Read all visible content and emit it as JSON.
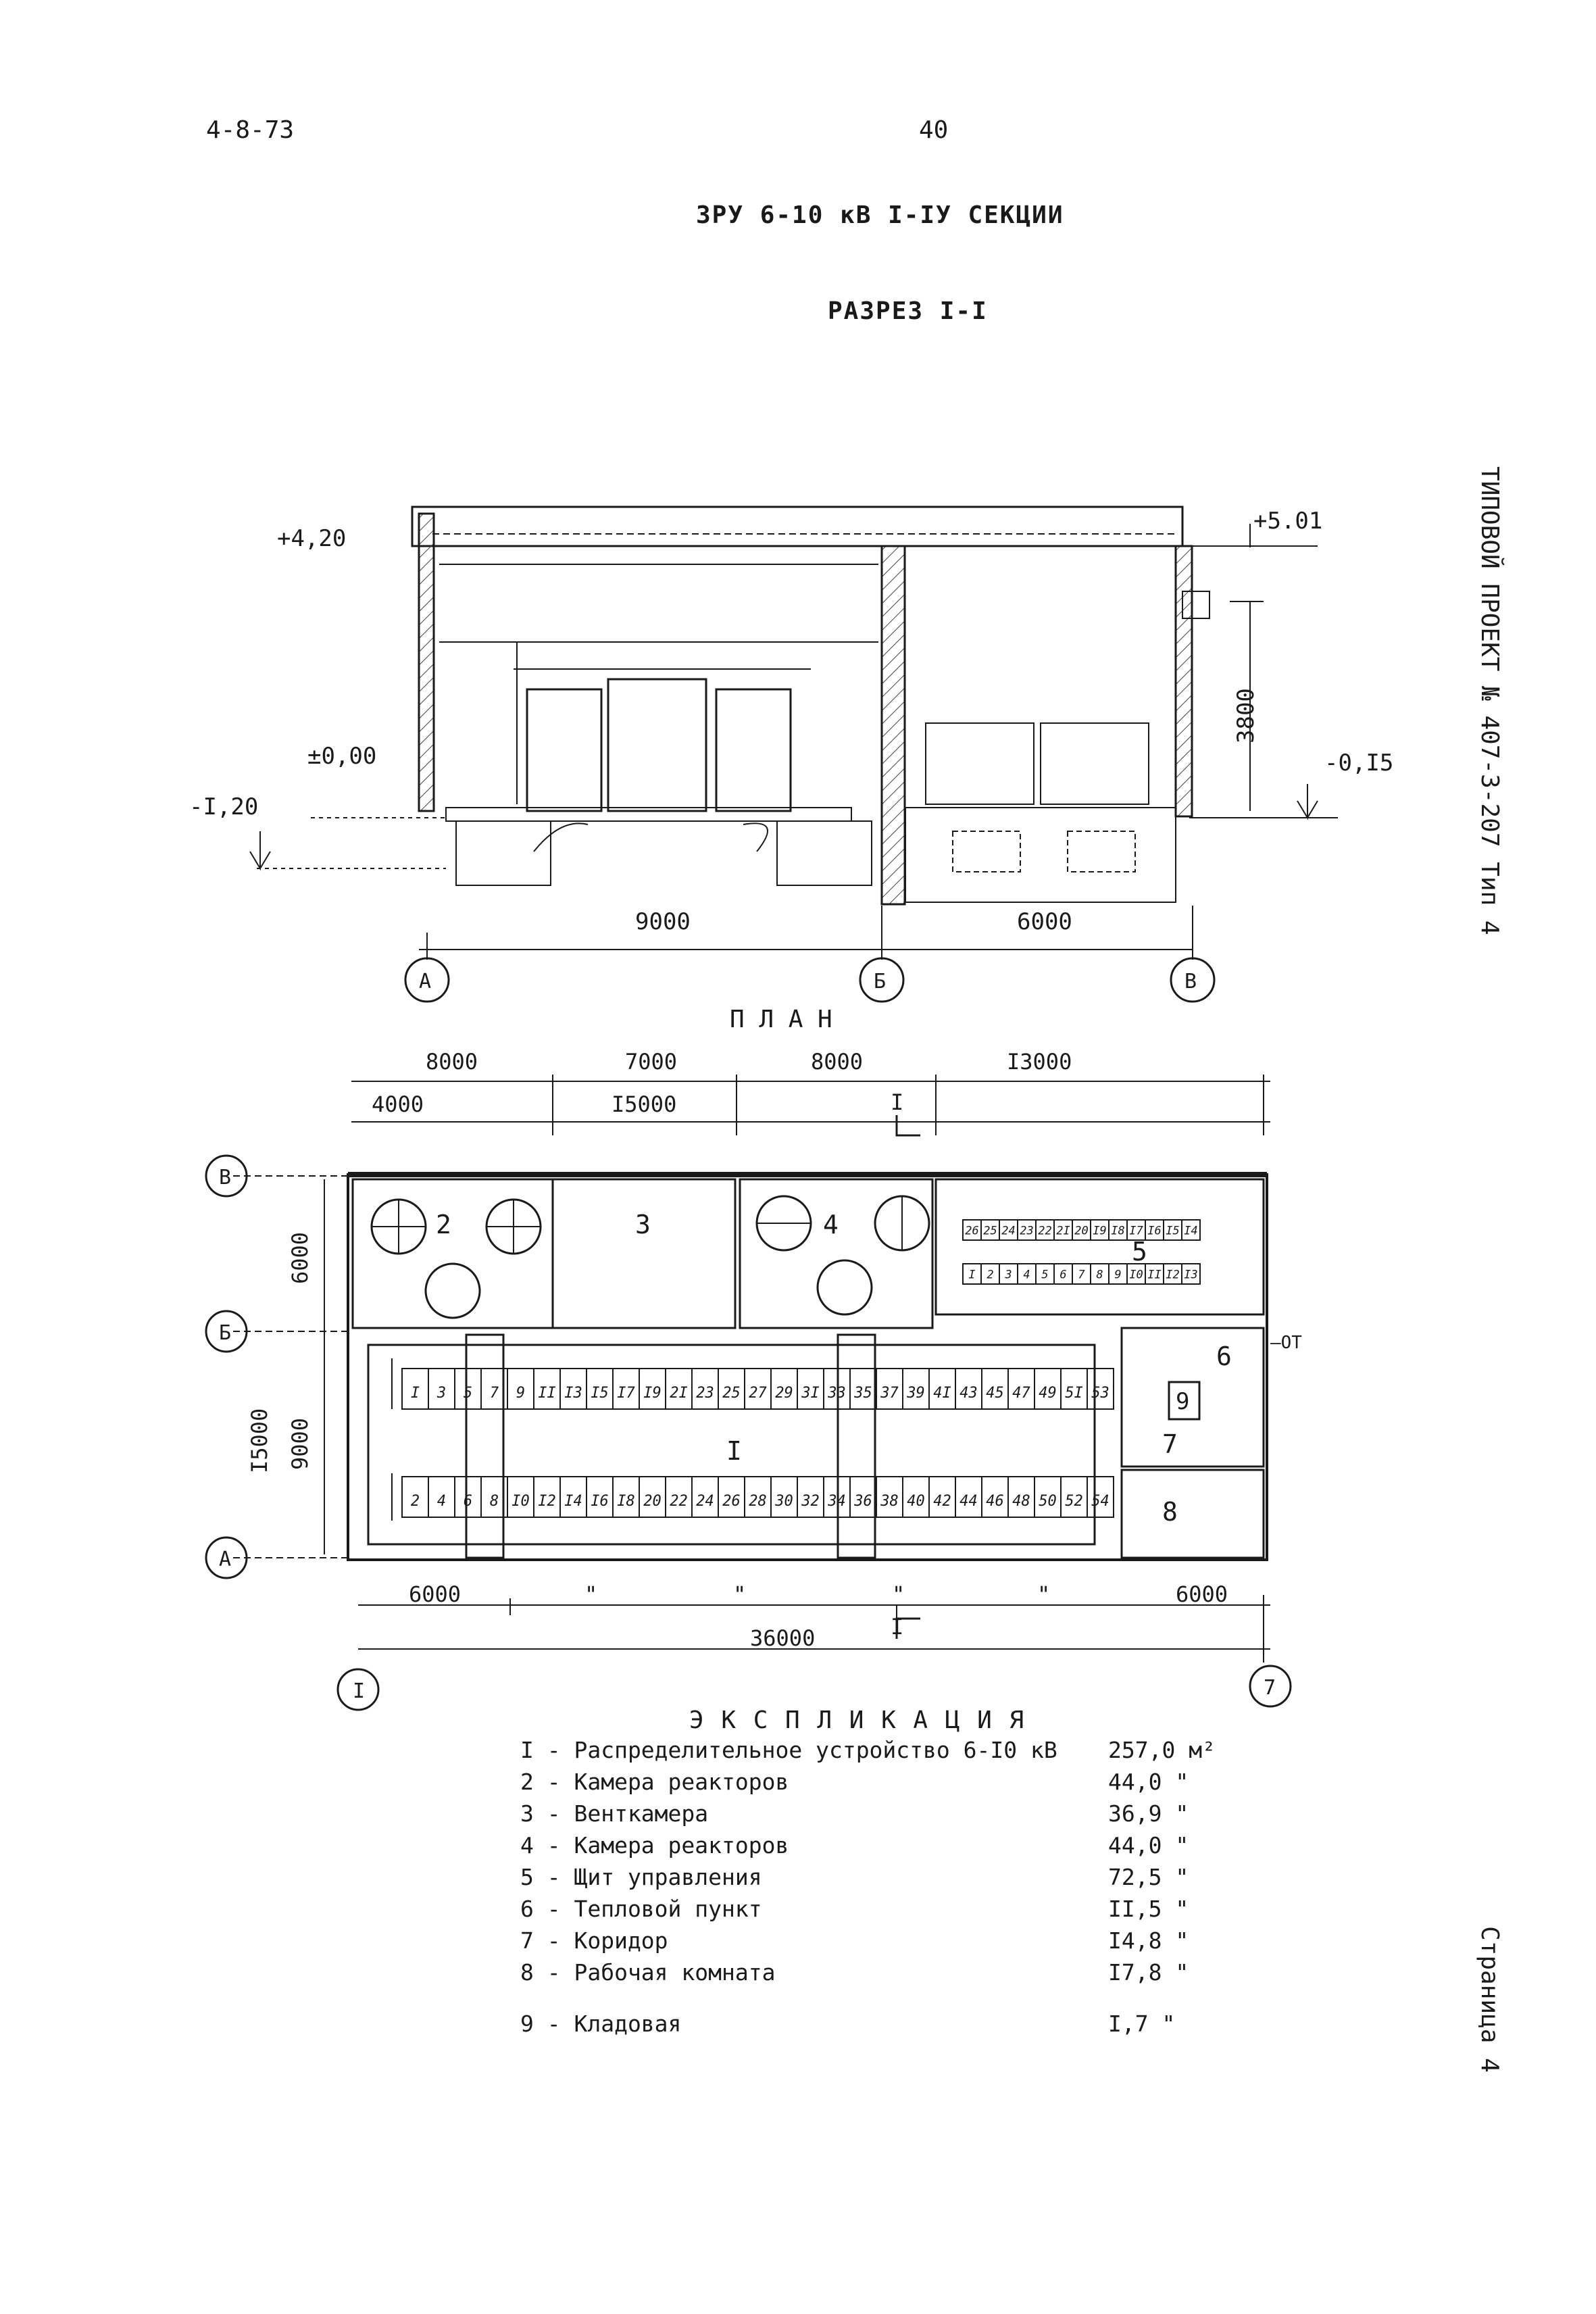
{
  "header": {
    "doc_code": "4-8-73",
    "page_number": "40",
    "title": "ЗРУ 6-10 кВ I-IУ СЕКЦИИ",
    "section_title": "РАЗРЕЗ I-I"
  },
  "side": {
    "project": "ТИПОВОЙ ПРОЕКТ № 407-3-207 Тип 4",
    "sheet": "Страница 4"
  },
  "section_drawing": {
    "elev_plus_420": "+4,20",
    "elev_plus_501": "+5.01",
    "elev_zero": "±0,00",
    "elev_minus_120": "-I,20",
    "elev_minus_015": "-0,I5",
    "height_3800": "3800",
    "span_left": "9000",
    "span_right": "6000",
    "axis_a": "А",
    "axis_b": "Б",
    "axis_v": "В"
  },
  "plan_drawing": {
    "title": "П Л А Н",
    "top_dims": [
      "8000",
      "7000",
      "8000",
      "I3000"
    ],
    "top_dims_second": [
      "4000",
      "I5000"
    ],
    "left_dims": [
      "6000",
      "9000",
      "I5000"
    ],
    "bottom_dims": [
      "6000",
      "\"",
      "\"",
      "\"",
      "\"",
      "6000"
    ],
    "bottom_total": "36000",
    "axis_v": "В",
    "axis_b": "Б",
    "axis_a": "А",
    "axis_1": "I",
    "axis_7": "7",
    "section_mark": "I",
    "ot_label": "—ОТ",
    "rooms": [
      "I",
      "2",
      "3",
      "4",
      "5",
      "6",
      "7",
      "8",
      "9"
    ],
    "cells_top": [
      "I",
      "3",
      "5",
      "7",
      "9",
      "II",
      "I3",
      "I5",
      "I7",
      "I9",
      "2I",
      "23",
      "25",
      "27",
      "29",
      "3I",
      "33",
      "35",
      "37",
      "39",
      "4I",
      "43",
      "45",
      "47",
      "49",
      "5I",
      "53"
    ],
    "cells_bottom": [
      "2",
      "4",
      "6",
      "8",
      "I0",
      "I2",
      "I4",
      "I6",
      "I8",
      "20",
      "22",
      "24",
      "26",
      "28",
      "30",
      "32",
      "34",
      "36",
      "38",
      "40",
      "42",
      "44",
      "46",
      "48",
      "50",
      "52",
      "54"
    ],
    "panel_row_top": [
      "26",
      "25",
      "24",
      "23",
      "22",
      "2I",
      "20",
      "I9",
      "I8",
      "I7",
      "I6",
      "I5",
      "I4"
    ],
    "panel_row_bottom": [
      "I",
      "2",
      "3",
      "4",
      "5",
      "6",
      "7",
      "8",
      "9",
      "I0",
      "II",
      "I2",
      "I3"
    ]
  },
  "explication": {
    "title": "Э К С П Л И К А Ц И Я",
    "items": [
      {
        "label": "I - Распределительное устройство 6-I0 кВ",
        "value": "257,0 м²"
      },
      {
        "label": "2 - Камера реакторов",
        "value": "44,0 \""
      },
      {
        "label": "3 - Венткамера",
        "value": "36,9 \""
      },
      {
        "label": "4 - Камера реакторов",
        "value": "44,0 \""
      },
      {
        "label": "5 - Щит управления",
        "value": "72,5 \""
      },
      {
        "label": "6 - Тепловой пункт",
        "value": "II,5 \""
      },
      {
        "label": "7 - Коридор",
        "value": "I4,8 \""
      },
      {
        "label": "8 - Рабочая комната",
        "value": "I7,8 \""
      },
      {
        "label": "9 - Кладовая",
        "value": "I,7 \""
      }
    ]
  }
}
